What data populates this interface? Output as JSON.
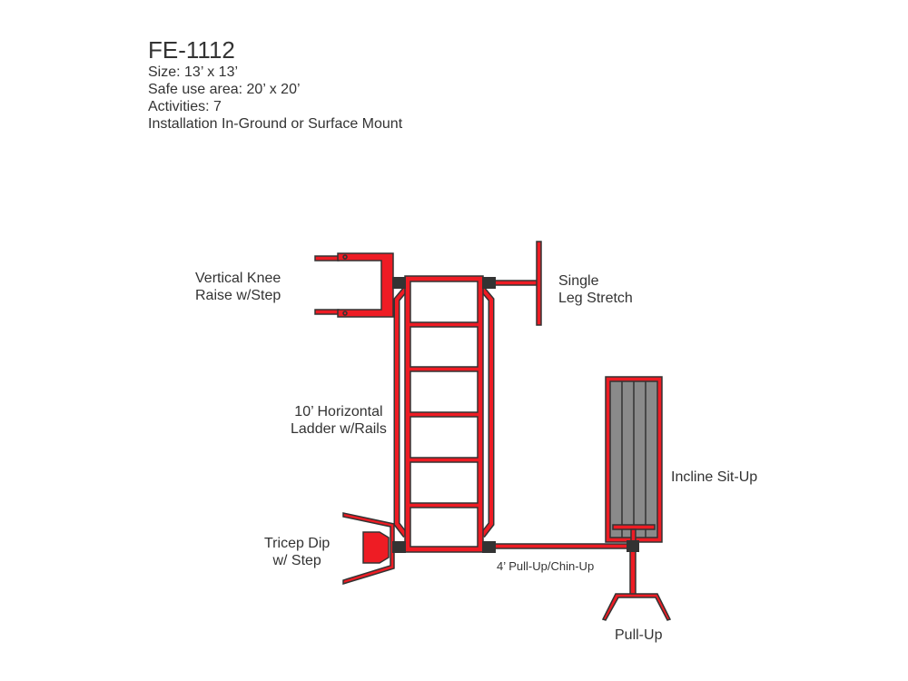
{
  "header": {
    "model": "FE-1112",
    "size": "Size: 13’ x 13’",
    "safe_area": "Safe use area: 20’ x 20’",
    "activities": "Activities: 7",
    "installation": "Installation In-Ground or Surface Mount"
  },
  "labels": {
    "knee_raise": [
      "Vertical Knee",
      "Raise w/Step"
    ],
    "leg_stretch": [
      "Single",
      "Leg Stretch"
    ],
    "ladder": [
      "10’ Horizontal",
      "Ladder w/Rails"
    ],
    "situp": "Incline Sit-Up",
    "tricep": [
      "Tricep Dip",
      "w/ Step"
    ],
    "chinup": "4’ Pull-Up/Chin-Up",
    "pullup": "Pull-Up"
  },
  "colors": {
    "equipment": "#ee1c24",
    "outline": "#333333",
    "connector": "#333333",
    "pad": "#8a8a8a"
  }
}
